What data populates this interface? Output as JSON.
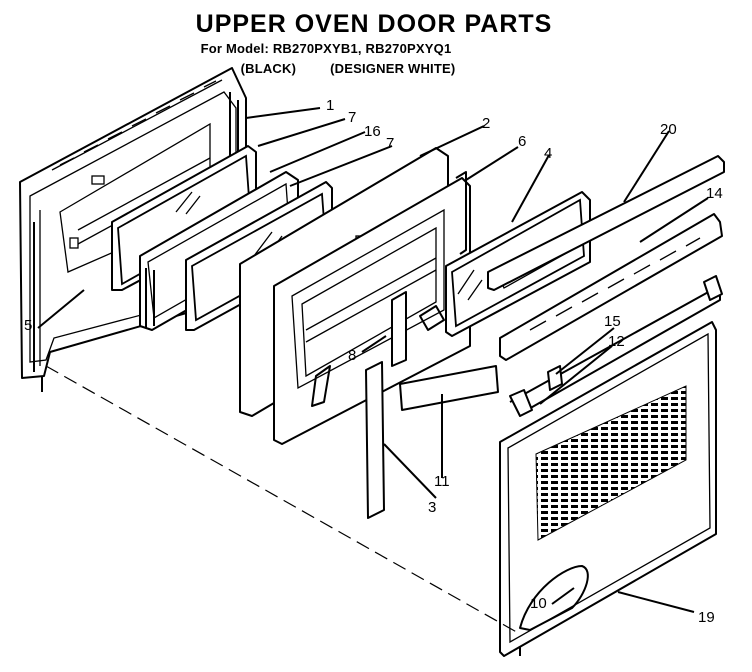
{
  "header": {
    "title": "UPPER OVEN DOOR PARTS",
    "model_line": "For Model: RB270PXYB1, RB270PXYQ1",
    "variant_black": "(BLACK)",
    "variant_white": "(DESIGNER WHITE)"
  },
  "callouts": [
    "1",
    "7",
    "16",
    "7",
    "2",
    "6",
    "4",
    "20",
    "14",
    "5",
    "15",
    "12",
    "8",
    "11",
    "3",
    "10",
    "19"
  ]
}
